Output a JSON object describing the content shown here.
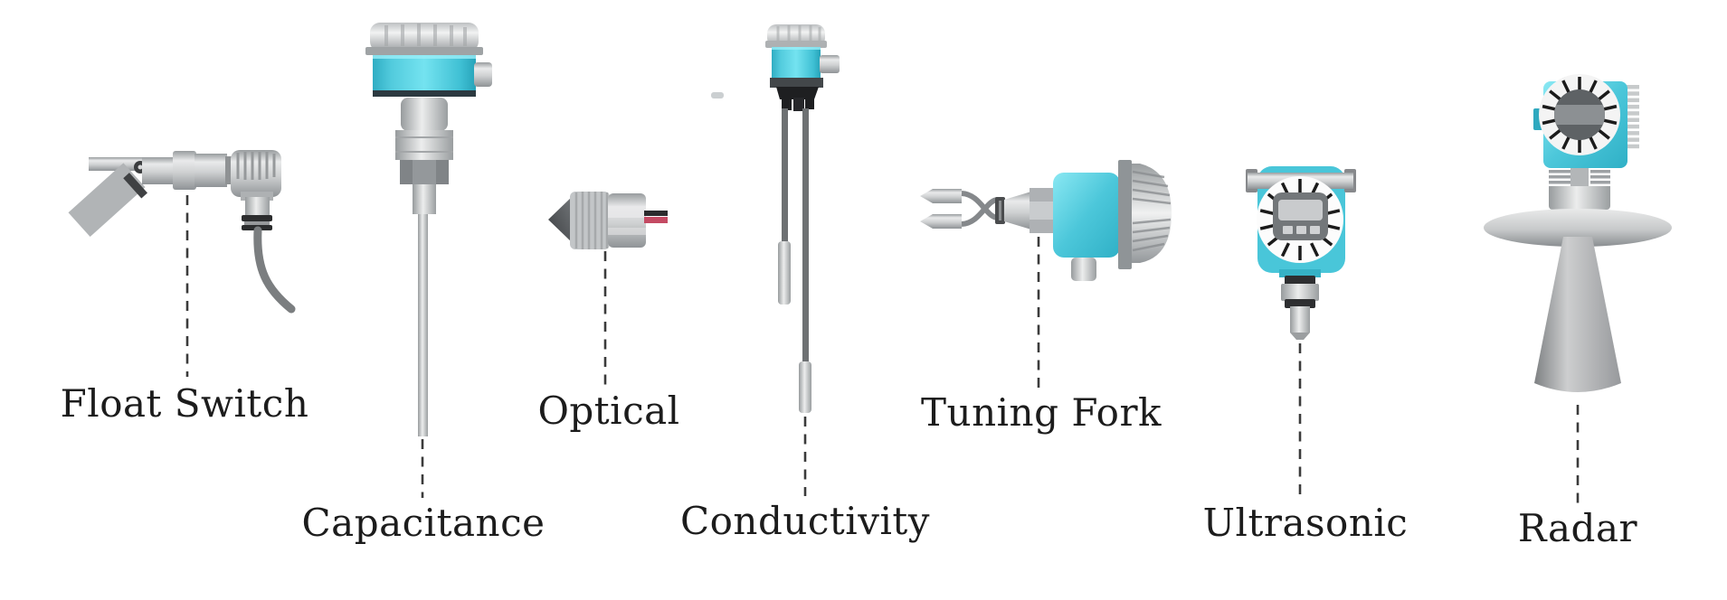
{
  "figure": {
    "background_color": "#FFFFFF",
    "label_text_color": "#1C1C1C",
    "accent_cyan": "#4CC7DA",
    "metal_gray": "#C3C6C8",
    "dark_detail_gray": "#3F4143",
    "wire_red": "#C44A63",
    "leader_line_color": "#3B3B3B"
  },
  "sensors": [
    {
      "id": "float-switch",
      "label": "Float Switch",
      "icon": "float-switch-sensor-icon"
    },
    {
      "id": "capacitance",
      "label": "Capacitance",
      "icon": "capacitance-probe-sensor-icon"
    },
    {
      "id": "optical",
      "label": "Optical",
      "icon": "optical-sensor-icon"
    },
    {
      "id": "conductivity",
      "label": "Conductivity",
      "icon": "conductivity-probe-sensor-icon"
    },
    {
      "id": "tuning-fork",
      "label": "Tuning Fork",
      "icon": "tuning-fork-sensor-icon"
    },
    {
      "id": "ultrasonic",
      "label": "Ultrasonic",
      "icon": "ultrasonic-sensor-icon"
    },
    {
      "id": "radar",
      "label": "Radar",
      "icon": "radar-horn-sensor-icon"
    }
  ]
}
